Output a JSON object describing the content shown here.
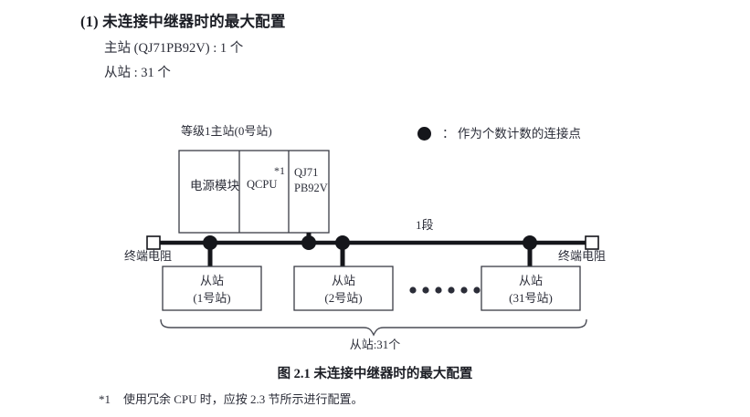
{
  "heading": {
    "section_title": "(1) 未连接中继器时的最大配置",
    "spec_master": "主站 (QJ71PB92V) : 1 个",
    "spec_slave": "从站 : 31 个"
  },
  "legend": {
    "symbol": "filled-circle",
    "text": "： 作为个数计数的连接点"
  },
  "diagram": {
    "master_caption": "等级1主站(0号站)",
    "master_module": {
      "power_unit": "电源模块",
      "cpu": "QCPU",
      "cpu_note": "*1",
      "network_line1": "QJ71",
      "network_line2": "PB92V"
    },
    "segment_label": "1段",
    "terminator_left": "终端电阻",
    "terminator_right": "终端电阻",
    "slaves": [
      {
        "name": "从站",
        "station": "(1号站)"
      },
      {
        "name": "从站",
        "station": "(2号站)"
      },
      {
        "name": "从站",
        "station": "(31号站)"
      }
    ],
    "ellipsis_dots": 6,
    "brace_label": "从站:31个"
  },
  "caption": "图 2.1  未连接中继器时的最大配置",
  "footnote": {
    "mark": "*1",
    "text": "使用冗余 CPU 时，应按 2.3 节所示进行配置。"
  },
  "colors": {
    "ink": "#2b2d38",
    "line": "#15161b",
    "box_stroke": "#3a3c45"
  }
}
